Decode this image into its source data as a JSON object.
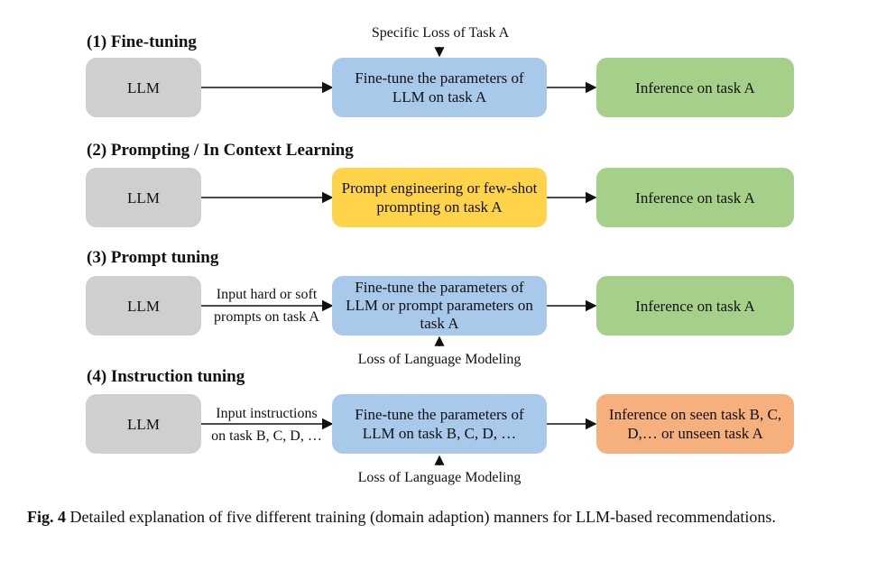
{
  "sections": [
    {
      "heading": "(1) Fine-tuning",
      "top_label": "Specific Loss of Task A",
      "llm": "LLM",
      "middle": "Fine-tune the parameters of LLM on task A",
      "result": "Inference on task A"
    },
    {
      "heading": "(2) Prompting / In Context Learning",
      "llm": "LLM",
      "middle": "Prompt engineering or few-shot prompting on task A",
      "result": "Inference on task A"
    },
    {
      "heading": "(3) Prompt tuning",
      "llm": "LLM",
      "arrow_label_1": "Input hard or soft",
      "arrow_label_2": "prompts on task A",
      "middle": "Fine-tune the parameters of LLM or prompt parameters on task A",
      "bottom_label": "Loss of Language Modeling",
      "result": "Inference on task A"
    },
    {
      "heading": "(4) Instruction tuning",
      "llm": "LLM",
      "arrow_label_1": "Input instructions",
      "arrow_label_2": "on task B, C, D, …",
      "middle": "Fine-tune the parameters of LLM on task B, C, D, …",
      "bottom_label": "Loss of Language Modeling",
      "result": "Inference on seen task B, C, D,… or unseen task A"
    }
  ],
  "caption": {
    "label": "Fig. 4",
    "text": "Detailed explanation of five different training (domain adaption) manners for LLM-based recommendations."
  },
  "colors": {
    "llm": "#cfcfcf",
    "fine_tune": "#a8c9ea",
    "prompting": "#ffd34a",
    "inference": "#a6d089",
    "inference_generalized": "#f6b07e"
  }
}
